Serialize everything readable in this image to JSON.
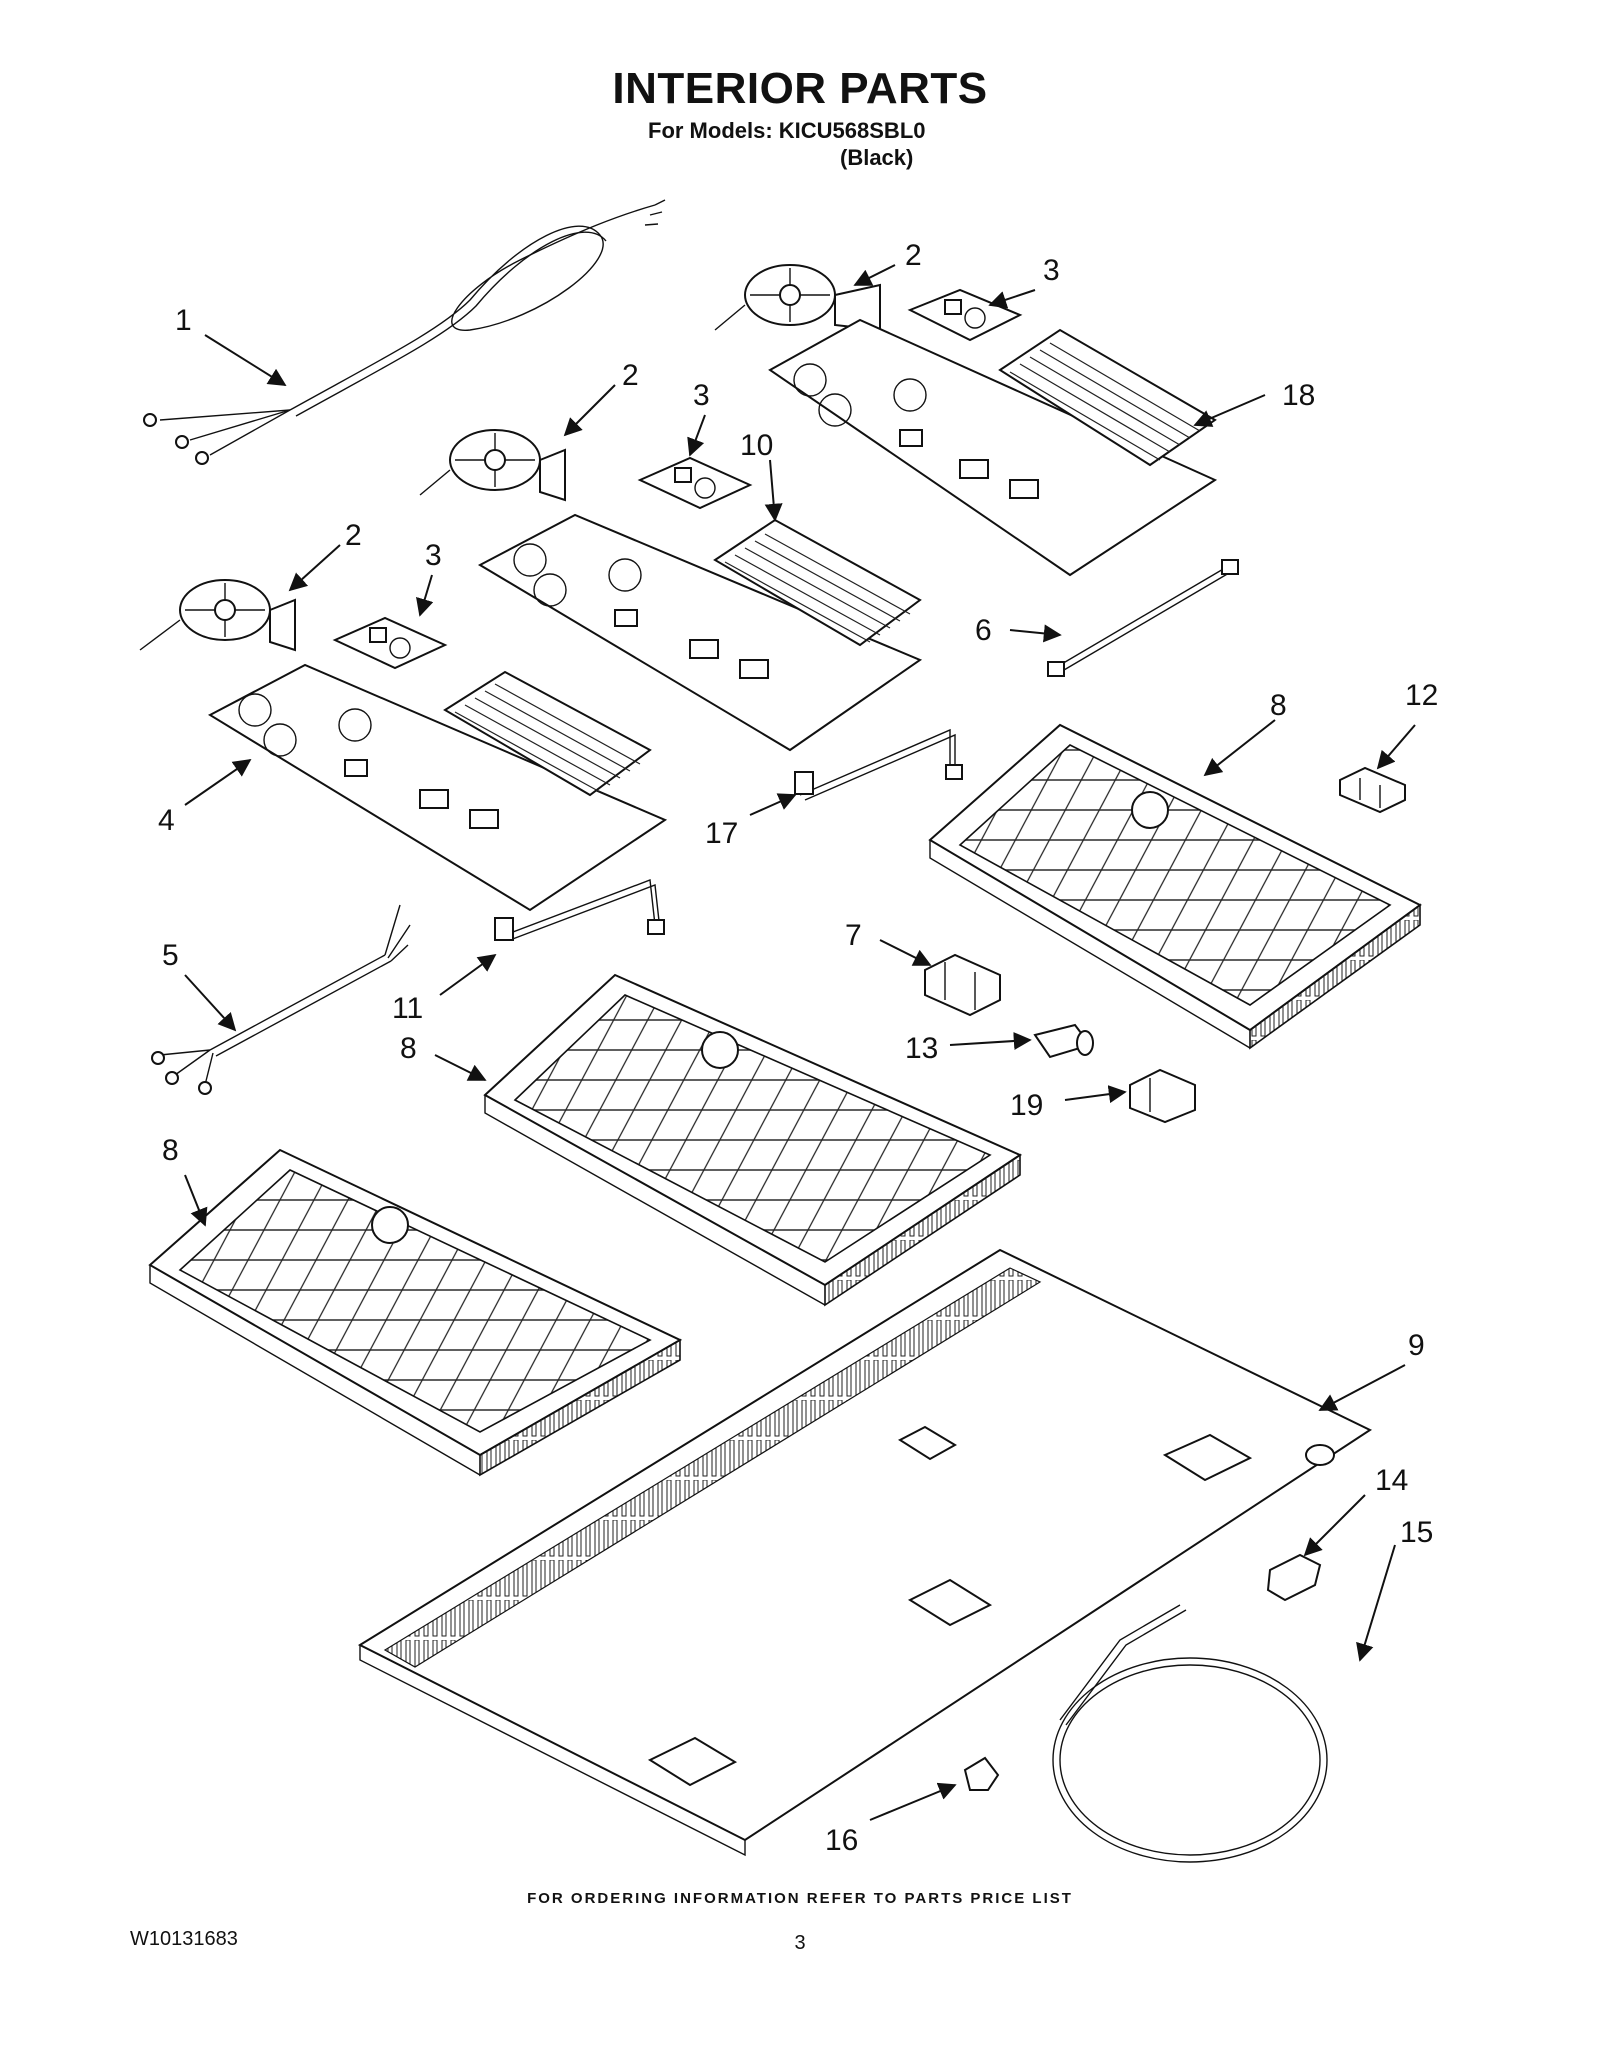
{
  "header": {
    "title": "INTERIOR PARTS",
    "models_line": "For Models: KICU568SBL0",
    "color_line": "(Black)"
  },
  "callouts": [
    {
      "id": "c1",
      "label": "1"
    },
    {
      "id": "c2a",
      "label": "2"
    },
    {
      "id": "c2b",
      "label": "2"
    },
    {
      "id": "c2c",
      "label": "2"
    },
    {
      "id": "c3a",
      "label": "3"
    },
    {
      "id": "c3b",
      "label": "3"
    },
    {
      "id": "c3c",
      "label": "3"
    },
    {
      "id": "c4",
      "label": "4"
    },
    {
      "id": "c5",
      "label": "5"
    },
    {
      "id": "c6",
      "label": "6"
    },
    {
      "id": "c7",
      "label": "7"
    },
    {
      "id": "c8a",
      "label": "8"
    },
    {
      "id": "c8b",
      "label": "8"
    },
    {
      "id": "c8c",
      "label": "8"
    },
    {
      "id": "c9",
      "label": "9"
    },
    {
      "id": "c10",
      "label": "10"
    },
    {
      "id": "c11",
      "label": "11"
    },
    {
      "id": "c12",
      "label": "12"
    },
    {
      "id": "c13",
      "label": "13"
    },
    {
      "id": "c14",
      "label": "14"
    },
    {
      "id": "c15",
      "label": "15"
    },
    {
      "id": "c16",
      "label": "16"
    },
    {
      "id": "c17",
      "label": "17"
    },
    {
      "id": "c18",
      "label": "18"
    },
    {
      "id": "c19",
      "label": "19"
    }
  ],
  "footer": {
    "ordering_note": "FOR ORDERING INFORMATION REFER TO PARTS PRICE LIST",
    "document_number": "W10131683",
    "page_number": "3"
  }
}
